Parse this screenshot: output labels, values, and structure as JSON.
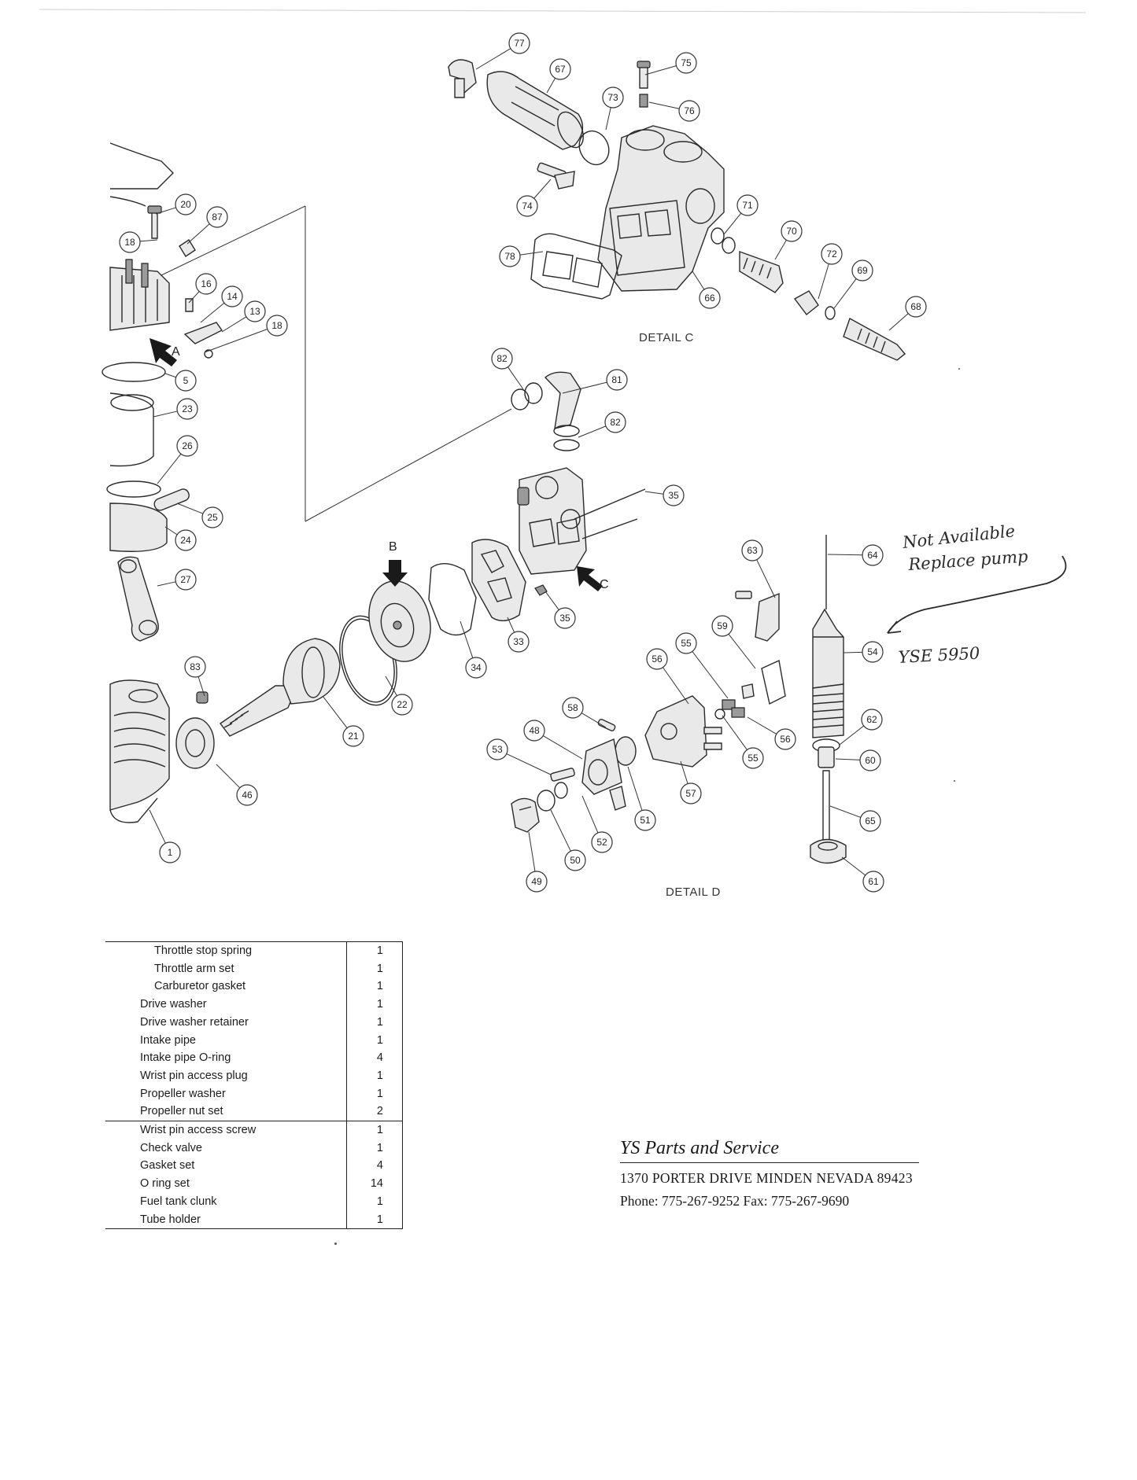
{
  "detail_labels": {
    "detail_c": "DETAIL C",
    "detail_d": "DETAIL D"
  },
  "view_arrows": {
    "a": "A",
    "b": "B",
    "c": "C"
  },
  "handwritten": {
    "line1": "Not Available",
    "line2": "Replace pump",
    "part_number": "YSE 5950"
  },
  "callouts": [
    "77",
    "67",
    "75",
    "73",
    "76",
    "74",
    "71",
    "70",
    "72",
    "69",
    "68",
    "78",
    "66",
    "20",
    "87",
    "18",
    "16",
    "14",
    "13",
    "18",
    "5",
    "23",
    "26",
    "25",
    "24",
    "27",
    "82",
    "81",
    "82",
    "35",
    "35",
    "33",
    "34",
    "22",
    "21",
    "83",
    "46",
    "1",
    "63",
    "64",
    "54",
    "59",
    "55",
    "56",
    "56",
    "55",
    "58",
    "48",
    "53",
    "57",
    "62",
    "60",
    "51",
    "52",
    "50",
    "49",
    "65",
    "61"
  ],
  "parts_table": [
    {
      "desc": "Throttle stop spring",
      "qty": "1",
      "indent": true
    },
    {
      "desc": "Throttle arm set",
      "qty": "1",
      "indent": true
    },
    {
      "desc": "Carburetor gasket",
      "qty": "1",
      "indent": true
    },
    {
      "desc": "Drive washer",
      "qty": "1"
    },
    {
      "desc": "Drive washer retainer",
      "qty": "1"
    },
    {
      "desc": "Intake pipe",
      "qty": "1"
    },
    {
      "desc": "Intake pipe O-ring",
      "qty": "4"
    },
    {
      "desc": "Wrist pin access plug",
      "qty": "1"
    },
    {
      "desc": "Propeller washer",
      "qty": "1"
    },
    {
      "desc": "Propeller nut set",
      "qty": "2"
    },
    {
      "desc": "Wrist pin access screw",
      "qty": "1",
      "sep": true
    },
    {
      "desc": "Check valve",
      "qty": "1"
    },
    {
      "desc": "Gasket set",
      "qty": "4"
    },
    {
      "desc": "O ring set",
      "qty": "14"
    },
    {
      "desc": "Fuel tank clunk",
      "qty": "1"
    },
    {
      "desc": "Tube holder",
      "qty": "1"
    }
  ],
  "company": {
    "name": "YS Parts and Service",
    "address": "1370 PORTER DRIVE MINDEN NEVADA 89423",
    "phone": "Phone: 775-267-9252  Fax: 775-267-9690"
  }
}
